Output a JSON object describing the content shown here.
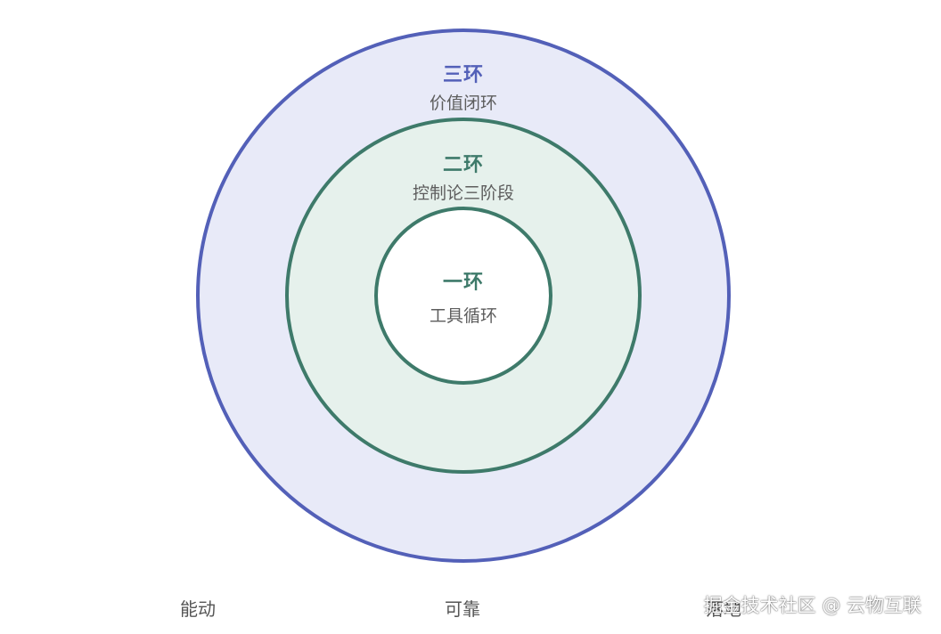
{
  "rings": {
    "outer": {
      "title": "三环",
      "subtitle": "价值闭环",
      "stroke": "#5360b8",
      "fill": "#e8eaf8",
      "title_color": "#5360b8"
    },
    "middle": {
      "title": "二环",
      "subtitle": "控制论三阶段",
      "stroke": "#3e7a6a",
      "fill": "#e6f1ec",
      "title_color": "#3e7a6a"
    },
    "inner": {
      "title": "一环",
      "subtitle": "工具循环",
      "stroke": "#3e7a6a",
      "fill": "#ffffff",
      "title_color": "#3e7a6a"
    }
  },
  "bottom_labels": {
    "left": "能动",
    "center": "可靠",
    "right": "落地"
  },
  "watermark": "掘金技术社区 @ 云物互联"
}
